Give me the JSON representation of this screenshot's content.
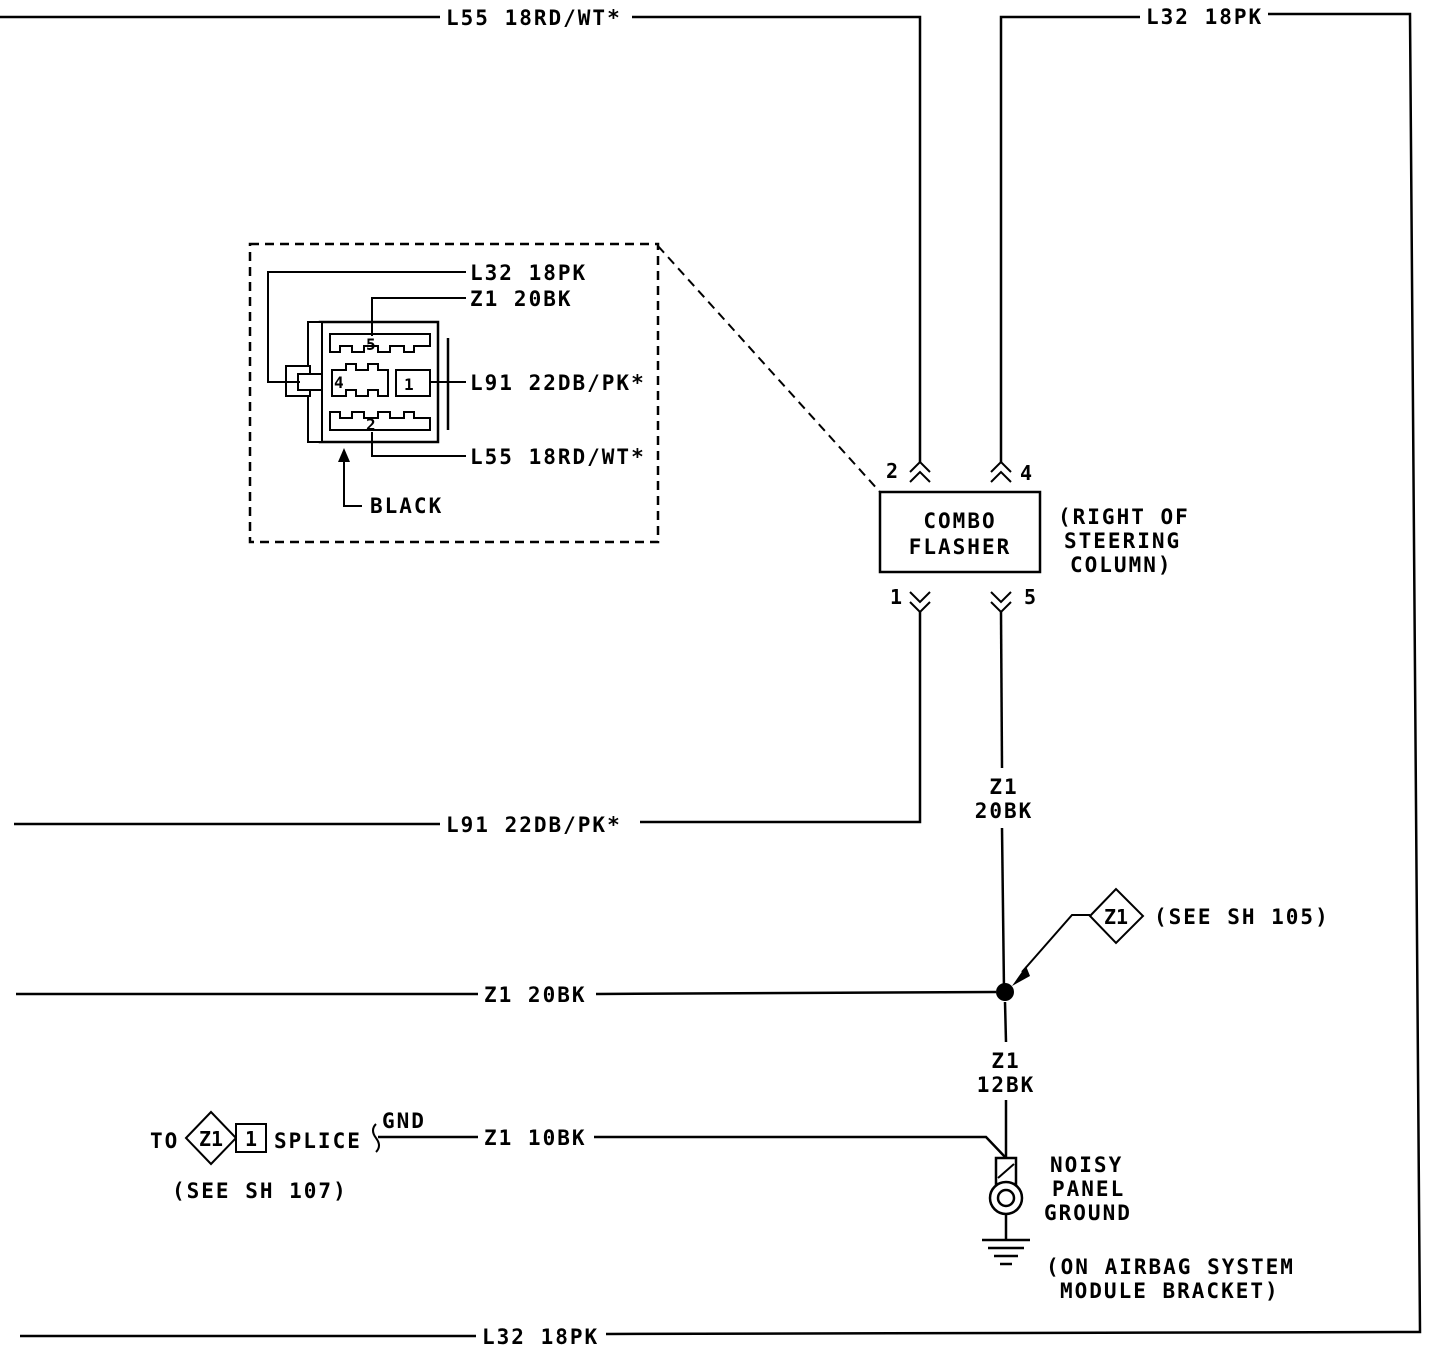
{
  "wires": {
    "top_left": "L55 18RD/WT*",
    "top_right": "L32 18PK",
    "mid_left": "L91 22DB/PK*",
    "vertical_z1_top": "Z1",
    "vertical_z1_bottom": "20BK",
    "splice_left": "Z1 20BK",
    "vertical_z1_lower_top": "Z1",
    "vertical_z1_lower_bottom": "12BK",
    "ground_wire": "Z1 10BK",
    "bottom": "L32 18PK"
  },
  "connector_detail": {
    "wire_1": "L32 18PK",
    "wire_2": "Z1 20BK",
    "wire_3": "L91 22DB/PK*",
    "wire_4": "L55 18RD/WT*",
    "color_label": "BLACK",
    "cavities": [
      "5",
      "4",
      "1",
      "2"
    ]
  },
  "flasher": {
    "line1": "COMBO",
    "line2": "FLASHER",
    "location_line1": "(RIGHT OF",
    "location_line2": "STEERING",
    "location_line3": "COLUMN)",
    "pin_top_left": "2",
    "pin_top_right": "4",
    "pin_bottom_left": "1",
    "pin_bottom_right": "5"
  },
  "splice_ref": {
    "code": "Z1",
    "note": "(SEE SH 105)"
  },
  "ground_splice": {
    "to_label": "TO",
    "code": "Z1",
    "number": "1",
    "splice_label": "SPLICE",
    "gnd_label": "GND",
    "note": "(SEE SH 107)"
  },
  "ground": {
    "line1": "NOISY",
    "line2": "PANEL",
    "line3": "GROUND",
    "location_line1": "(ON AIRBAG SYSTEM",
    "location_line2": "MODULE BRACKET)"
  }
}
